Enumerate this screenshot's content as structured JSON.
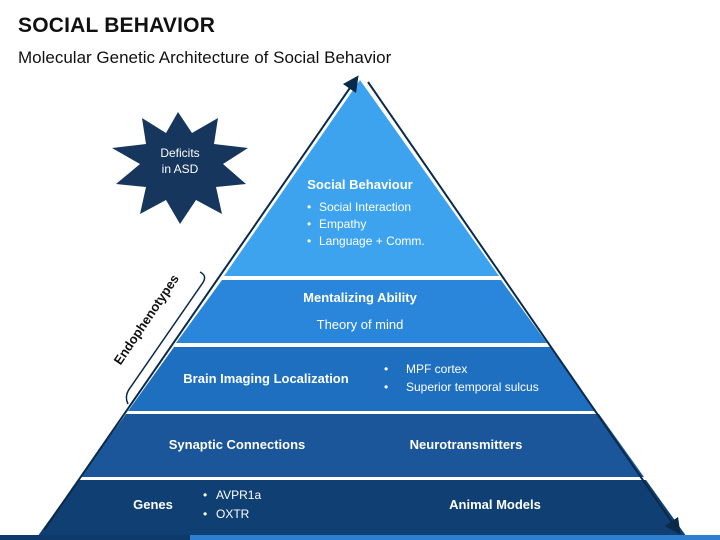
{
  "title": "SOCIAL BEHAVIOR",
  "subtitle": "Molecular Genetic Architecture of Social Behavior",
  "callout": {
    "line1": "Deficits",
    "line2": "in ASD"
  },
  "bracket_label": "Endophenotypes",
  "tiers": [
    {
      "heading": "Social Behaviour",
      "bullets": [
        "Social Interaction",
        "Empathy",
        "Language + Comm."
      ],
      "color": "#3ea3ef"
    },
    {
      "heading": "Mentalizing Ability",
      "text": "Theory of mind",
      "color": "#2a86da"
    },
    {
      "heading": "Brain Imaging Localization",
      "bullets": [
        "MPF cortex",
        "Superior temporal sulcus"
      ],
      "color": "#1f6fc0"
    },
    {
      "left": "Synaptic Connections",
      "right": "Neurotransmitters",
      "color": "#1a5699"
    },
    {
      "left": "Genes",
      "bullets": [
        "AVPR1a",
        "OXTR"
      ],
      "right": "Animal Models",
      "color": "#0f3f73"
    }
  ],
  "colors": {
    "arrow": "#0b2a4a",
    "starburst": "#16365e",
    "text_on_dark": "#ffffff"
  }
}
